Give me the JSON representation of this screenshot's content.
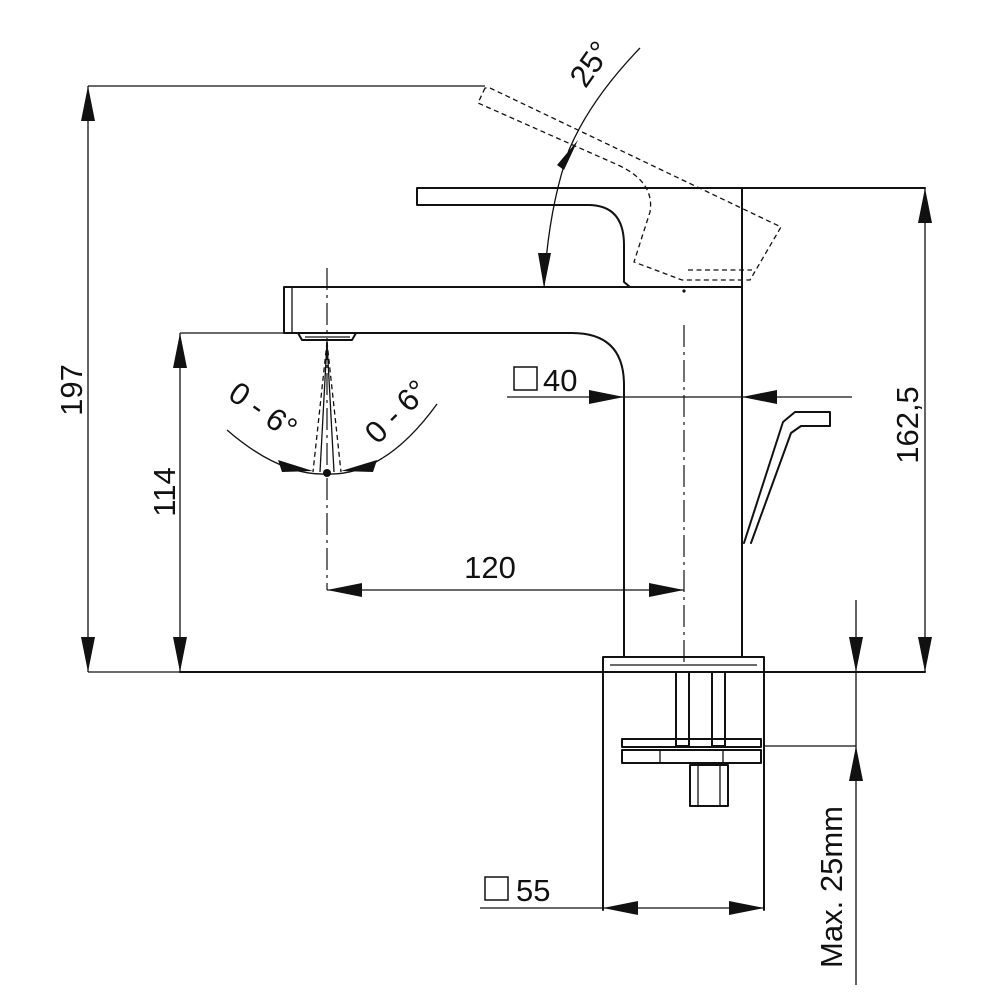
{
  "labels": {
    "height_total": "197",
    "height_spout": "114",
    "height_body": "162,5",
    "spout_reach": "120",
    "body_size": "40",
    "base_size": "55",
    "lever_angle": "25°",
    "aerator_angle_left": "0 - 6°",
    "aerator_angle_right": "0 - 6°",
    "max_thickness": "Max. 25mm"
  },
  "icons": {
    "square_symbol": "square-symbol-icon"
  }
}
